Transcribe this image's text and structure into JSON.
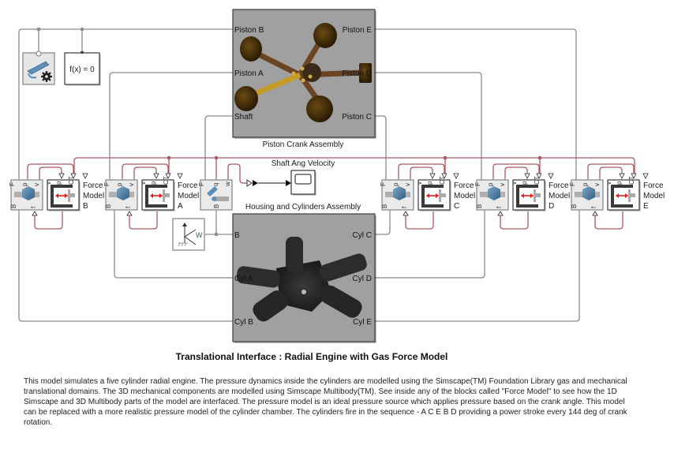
{
  "model": {
    "title": "Translational Interface : Radial Engine with Gas Force Model",
    "description": "This model simulates a five cylinder radial engine. The pressure dynamics inside the cylinders are modelled using the Simscape(TM) Foundation Library gas and mechanical translational domains. The 3D mechanical components are modelled using Simscape Multibody(TM). See inside any of the blocks called \"Force Model\" to see how the 1D Simscape and 3D Multibody parts of the model are interfaced. The pressure model is an ideal pressure source which applies pressure based on the crank angle. This model can be replaced with a more realistic pressure model of the cylinder chamber. The cylinders fire in the sequence - A C E B D providing a power stroke every 144 deg of crank rotation."
  },
  "blocks": {
    "solver_config": {
      "label": ""
    },
    "fx": {
      "label": "f(x) = 0"
    },
    "piston_crank": {
      "name": "Piston Crank Assembly",
      "ports_left": [
        "Piston B",
        "Piston A",
        "Shaft"
      ],
      "ports_right": [
        "Piston E",
        "Piston D",
        "Piston C"
      ]
    },
    "housing": {
      "name": "Housing and Cylinders Assembly",
      "ports_left": [
        "B",
        "Cyl A",
        "Cyl B"
      ],
      "ports_right": [
        "Cyl C",
        "Cyl D",
        "Cyl E"
      ]
    },
    "scope": {
      "name": "Shaft Ang Velocity"
    },
    "world_frame": {
      "port": "W"
    },
    "revolute_sensor": {
      "ports": [
        "F",
        "q",
        "w",
        "B"
      ]
    },
    "prismatic_ports": {
      "top": [
        "F",
        "p",
        "v"
      ],
      "bottom": [
        "B",
        "f"
      ]
    },
    "force_model_ports": {
      "top": [
        "v",
        "p",
        "CT"
      ]
    },
    "force_models": [
      {
        "name": "Force Model",
        "suffix": "B"
      },
      {
        "name": "Force Model",
        "suffix": "A"
      },
      {
        "name": "Force Model",
        "suffix": "C"
      },
      {
        "name": "Force Model",
        "suffix": "D"
      },
      {
        "name": "Force Model",
        "suffix": "E"
      }
    ]
  },
  "colors": {
    "mech_wire": "#8a8a8a",
    "signal_wire": "#a85a60",
    "subsystem_bg": "#a0a0a0",
    "arrow_red": "#e31b1b"
  }
}
